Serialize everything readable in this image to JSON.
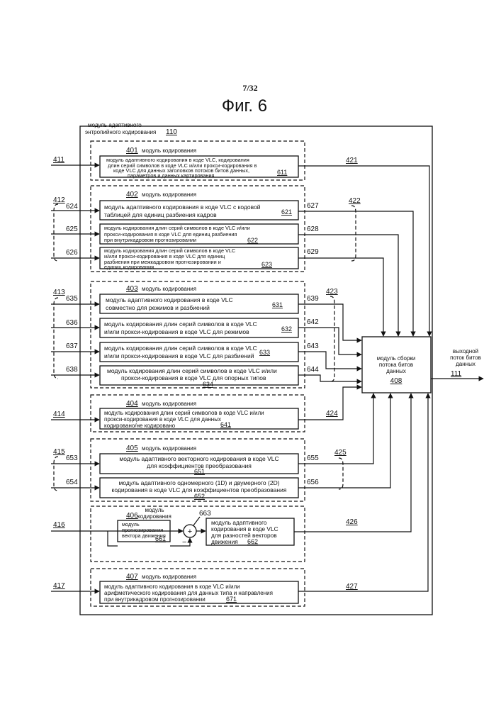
{
  "page": {
    "number": "7/32",
    "figure": "Фиг. 6"
  },
  "outer": {
    "label_l1": "модуль адаптивного",
    "label_l2": "энтропийного кодирования",
    "ref": "110"
  },
  "assembly": {
    "l1": "модуль сборки",
    "l2": "потока битов",
    "l3": "данных",
    "ref": "408"
  },
  "output": {
    "l1": "выходной",
    "l2": "поток битов",
    "l3": "данных",
    "ref": "111"
  },
  "groups": {
    "g401": {
      "ref": "401",
      "label": "модуль кодирования"
    },
    "g402": {
      "ref": "402",
      "label": "модуль кодирования"
    },
    "g403": {
      "ref": "403",
      "label": "модуль кодирования"
    },
    "g404": {
      "ref": "404",
      "label": "модуль кодирования"
    },
    "g405": {
      "ref": "405",
      "label": "модуль кодирования"
    },
    "g406": {
      "ref": "406",
      "l1": "модуль",
      "l2": "кодирования"
    },
    "g407": {
      "ref": "407",
      "label": "модуль кодирования"
    }
  },
  "modules": {
    "m611": {
      "ref": "611",
      "l1": "модуль адаптивного кодирования в коде VLC, кодирования",
      "l2": "длин серий символов в коде VLC и/или прокси-кодирования в",
      "l3": "коде VLC для данных заголовков потоков битов данных,",
      "l4": "параметров и данных картирования"
    },
    "m621": {
      "ref": "621",
      "l1": "модуль адаптивного кодирования в коде VLC с кодовой",
      "l2": "таблицей для единиц разбиения кадров"
    },
    "m622": {
      "ref": "622",
      "l1": "модуль кодирования длин серий символов в коде VLC и/или",
      "l2": "прокси-кодирования в коде VLC для единиц разбиения",
      "l3": "при внутрикадровом прогнозировании"
    },
    "m623": {
      "ref": "623",
      "l1": "модуль кодирования длин серий символов в коде VLC",
      "l2": "и/или прокси-кодирования в коде VLC для единиц",
      "l3": "разбиения при межкадровом прогнозировании и",
      "l4": "единиц кодирования"
    },
    "m631": {
      "ref": "631",
      "l1": "модуль адаптивного кодирования в коде VLC",
      "l2": "совместно для режимов и разбиений"
    },
    "m632": {
      "ref": "632",
      "l1": "модуль кодирования длин серий символов в коде VLC",
      "l2": "и/или прокси-кодирования в коде VLC для режимов"
    },
    "m633": {
      "ref": "633",
      "l1": "модуль кодирования длин серий символов в коде VLC",
      "l2": "и/или прокси-кодирования в коде VLC для разбиений"
    },
    "m634": {
      "ref": "634",
      "l1": "модуль кодирования длин серий символов в коде VLC и/или",
      "l2": "прокси-кодирования в коде VLC  для опорных типов"
    },
    "m641": {
      "ref": "641",
      "l1": "модуль кодирования длин серий символов в коде VLC и/или",
      "l2": "прокси-кодирования в коде VLC для данных",
      "l3": "кодировано/не кодировано"
    },
    "m651": {
      "ref": "651",
      "l1": "модуль адаптивного векторного кодирования в коде VLC",
      "l2": "для коэффициентов преобразования"
    },
    "m652": {
      "ref": "652",
      "l1": "модуль адаптивного одномерного (1D) и двумерного (2D)",
      "l2": "кодирования в коде VLC для коэффициентов преобразования"
    },
    "m661": {
      "ref": "661",
      "l1": "модуль",
      "l2": "прогнозирования",
      "l3": "вектора движения"
    },
    "m662": {
      "ref": "662",
      "l1": "модуль адаптивного",
      "l2": "кодирования в коде VLC",
      "l3": "для разностей векторов",
      "l4": "движения"
    },
    "m671": {
      "ref": "671",
      "l1": "модуль адаптивного кодирования в коде VLC и/или",
      "l2": "арифметического кодирования для данных типа и направления",
      "l3": "при внутрикадровом прогнозировании"
    }
  },
  "adder": {
    "ref": "663",
    "plus": "+",
    "minus": "−"
  },
  "inputs": [
    "411",
    "412",
    "413",
    "414",
    "415",
    "416",
    "417"
  ],
  "sub_inputs": [
    "624",
    "625",
    "626",
    "635",
    "636",
    "637",
    "638",
    "653",
    "654"
  ],
  "outputs": [
    "421",
    "422",
    "423",
    "424",
    "425",
    "426",
    "427"
  ],
  "sub_outputs": [
    "627",
    "628",
    "629",
    "639",
    "642",
    "643",
    "644",
    "655",
    "656"
  ]
}
